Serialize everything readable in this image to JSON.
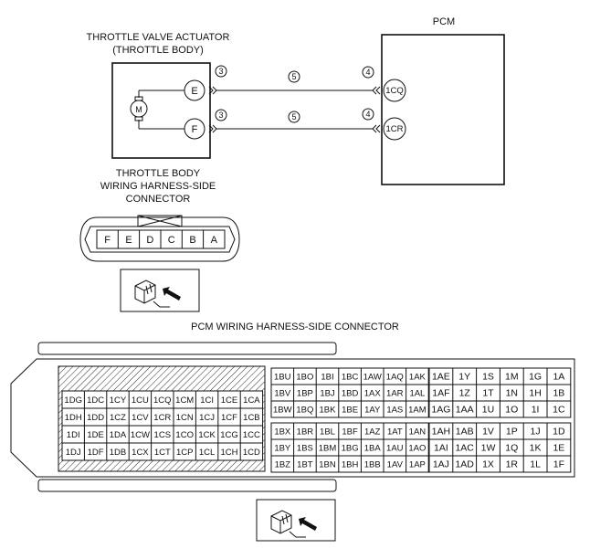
{
  "actuator": {
    "title_line1": "THROTTLE VALVE ACTUATOR",
    "title_line2": "(THROTTLE BODY)",
    "motor": "M",
    "terminal_e": "E",
    "terminal_f": "F"
  },
  "pcm": {
    "title": "PCM",
    "terminal_cq": "1CQ",
    "terminal_cr": "1CR"
  },
  "wire_markers": {
    "left": "3",
    "mid": "5",
    "right": "4"
  },
  "throttle_connector": {
    "title_line1": "THROTTLE BODY",
    "title_line2": "WIRING HARNESS-SIDE",
    "title_line3": "CONNECTOR",
    "pins": [
      "F",
      "E",
      "D",
      "C",
      "B",
      "A"
    ]
  },
  "pcm_connector": {
    "title": "PCM WIRING HARNESS-SIDE CONNECTOR",
    "block1": [
      [
        "1DG",
        "1DC",
        "1CY",
        "1CU",
        "1CQ",
        "1CM",
        "1CI",
        "1CE",
        "1CA"
      ],
      [
        "1DH",
        "1DD",
        "1CZ",
        "1CV",
        "1CR",
        "1CN",
        "1CJ",
        "1CF",
        "1CB"
      ],
      [
        "1DI",
        "1DE",
        "1DA",
        "1CW",
        "1CS",
        "1CO",
        "1CK",
        "1CG",
        "1CC"
      ],
      [
        "1DJ",
        "1DF",
        "1DB",
        "1CX",
        "1CT",
        "1CP",
        "1CL",
        "1CH",
        "1CD"
      ]
    ],
    "block2": [
      [
        "1BU",
        "1BO",
        "1BI",
        "1BC",
        "1AW",
        "1AQ",
        "1AK"
      ],
      [
        "1BV",
        "1BP",
        "1BJ",
        "1BD",
        "1AX",
        "1AR",
        "1AL"
      ],
      [
        "1BW",
        "1BQ",
        "1BK",
        "1BE",
        "1AY",
        "1AS",
        "1AM"
      ],
      [
        "1BX",
        "1BR",
        "1BL",
        "1BF",
        "1AZ",
        "1AT",
        "1AN"
      ],
      [
        "1BY",
        "1BS",
        "1BM",
        "1BG",
        "1BA",
        "1AU",
        "1AO"
      ],
      [
        "1BZ",
        "1BT",
        "1BN",
        "1BH",
        "1BB",
        "1AV",
        "1AP"
      ]
    ],
    "block3": [
      [
        "1AE",
        "1Y",
        "1S",
        "1M",
        "1G",
        "1A"
      ],
      [
        "1AF",
        "1Z",
        "1T",
        "1N",
        "1H",
        "1B"
      ],
      [
        "1AG",
        "1AA",
        "1U",
        "1O",
        "1I",
        "1C"
      ],
      [
        "1AH",
        "1AB",
        "1V",
        "1P",
        "1J",
        "1D"
      ],
      [
        "1AI",
        "1AC",
        "1W",
        "1Q",
        "1K",
        "1E"
      ],
      [
        "1AJ",
        "1AD",
        "1X",
        "1R",
        "1L",
        "1F"
      ]
    ]
  },
  "icons": {
    "connector_view_icon": "connector-view-icon"
  }
}
